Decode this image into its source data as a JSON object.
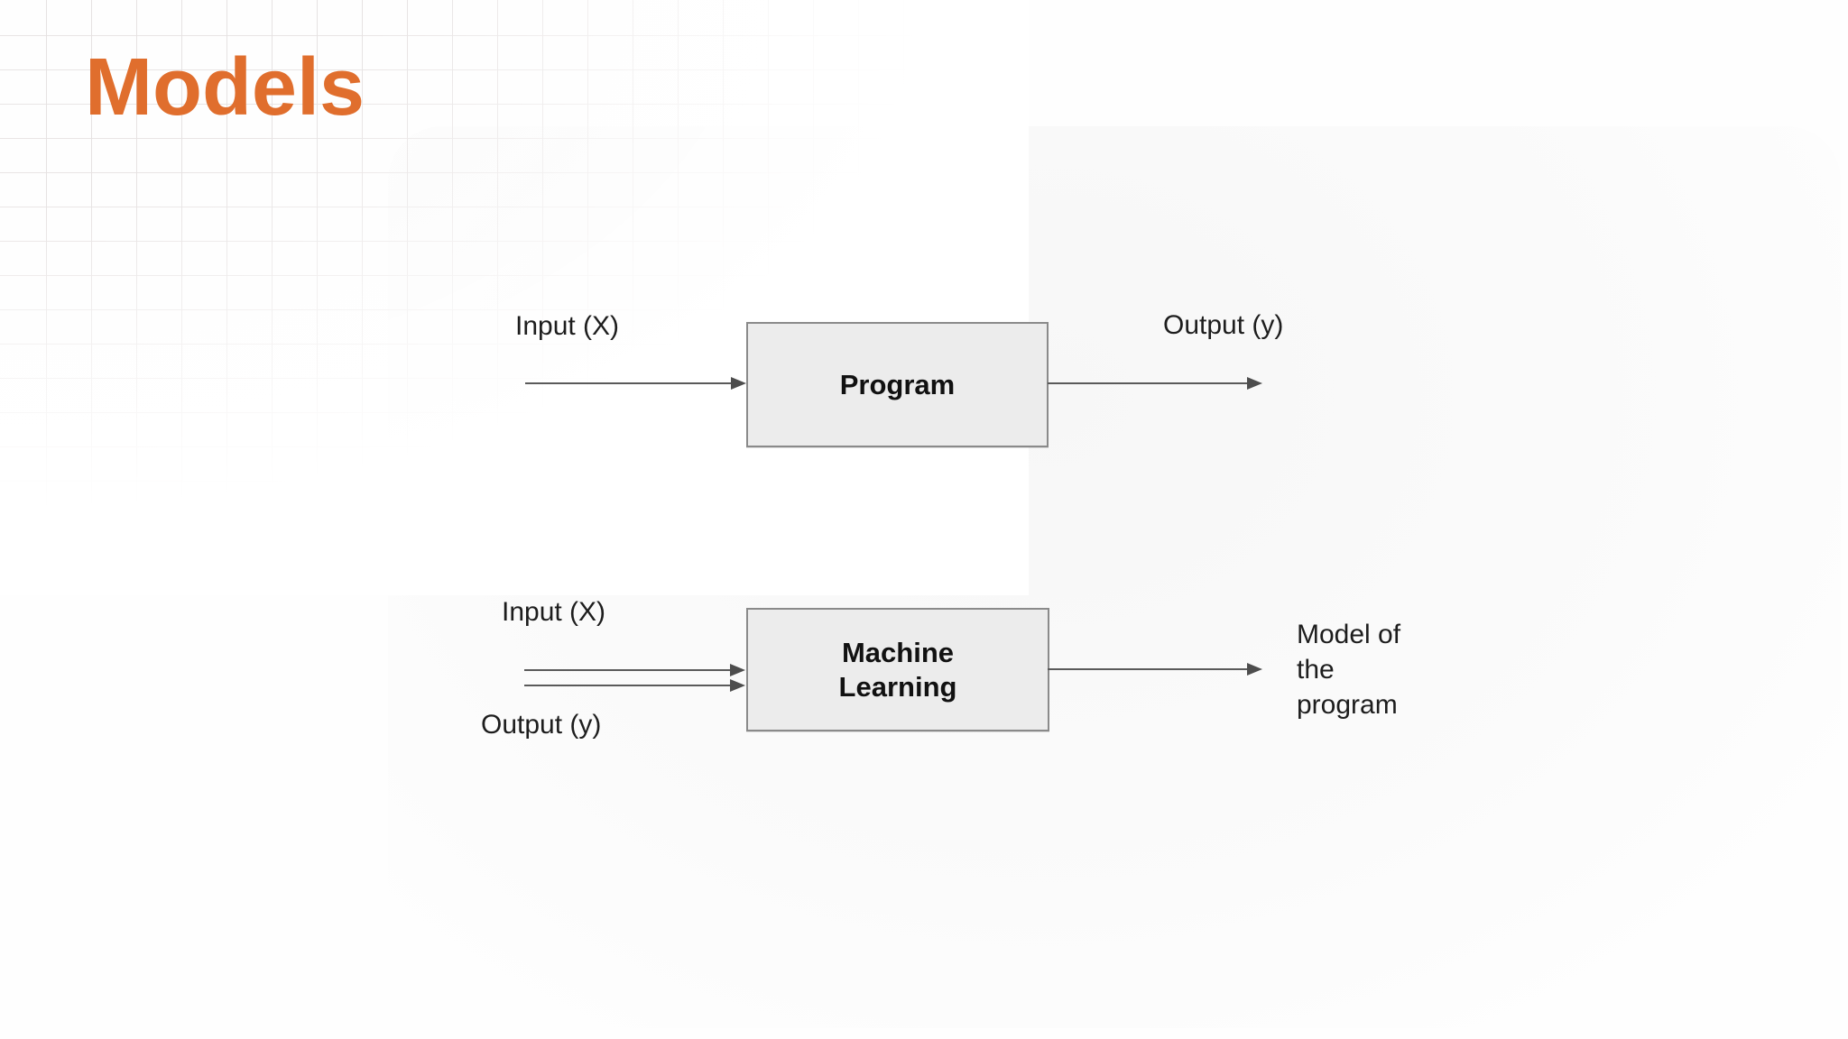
{
  "slide": {
    "title": "Models"
  },
  "colors": {
    "accent_orange": "#E06E2D",
    "box_fill": "#ECECEC",
    "box_border": "#8A8A8A",
    "arrow": "#555555",
    "text": "#1C1C1C",
    "grid_line": "#E8E4E4"
  },
  "program_flow": {
    "input_label": "Input (X)",
    "box_label": "Program",
    "output_label": "Output (y)"
  },
  "ml_flow": {
    "input_label": "Input (X)",
    "output_label": "Output (y)",
    "box_lines": [
      "Machine",
      "Learning"
    ],
    "result_lines": [
      "Model of",
      "the",
      "program"
    ]
  }
}
